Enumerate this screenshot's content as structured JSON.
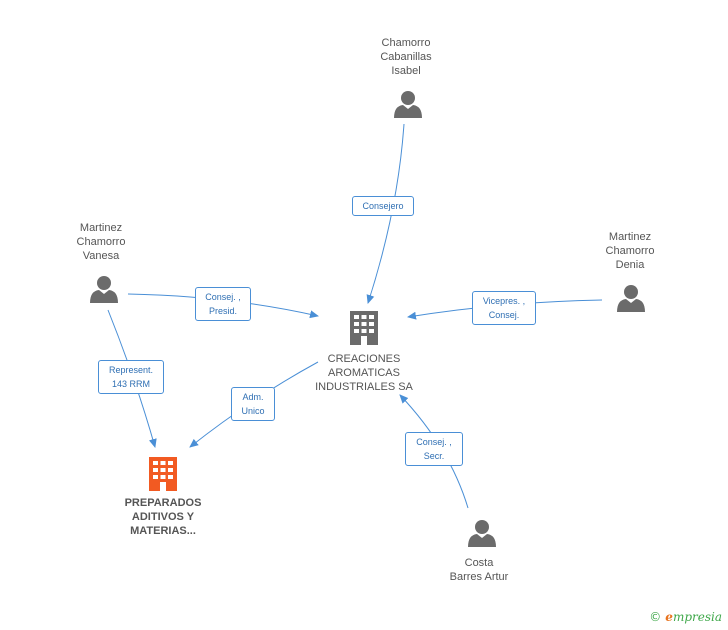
{
  "nodes": {
    "isabel": {
      "name": "Chamorro\nCabanillas\nIsabel",
      "type": "person"
    },
    "vanesa": {
      "name": "Martinez\nChamorro\nVanesa",
      "type": "person"
    },
    "denia": {
      "name": "Martinez\nChamorro\nDenia",
      "type": "person"
    },
    "artur": {
      "name": "Costa\nBarres Artur",
      "type": "person"
    },
    "creaciones": {
      "name": "CREACIONES\nAROMATICAS\nINDUSTRIALES SA",
      "type": "company"
    },
    "preparados": {
      "name": "PREPARADOS\nADITIVOS Y\nMATERIAS...",
      "type": "company-highlight"
    }
  },
  "edges": {
    "consejero": "Consejero",
    "consej_presid": "Consej. ,\nPresid.",
    "vicepres_consej": "Vicepres. ,\nConsej.",
    "consej_secr": "Consej. ,\nSecr.",
    "represent": "Represent.\n143 RRM",
    "adm_unico": "Adm.\nUnico"
  },
  "colors": {
    "person": "#6b6b6b",
    "company": "#6b6b6b",
    "company_highlight": "#f25a22",
    "edge": "#4a8fd6"
  },
  "brand": {
    "copyright": "©",
    "name_first": "e",
    "name_rest": "mpresia"
  }
}
